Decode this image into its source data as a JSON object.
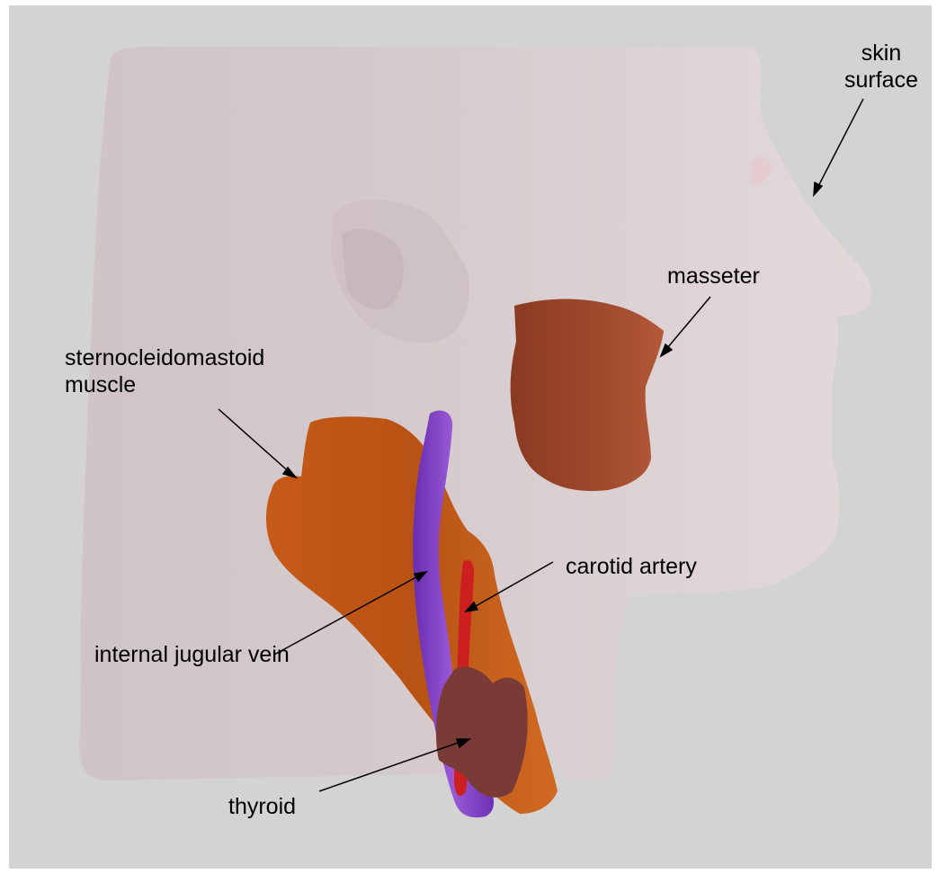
{
  "labels": {
    "skin_surface_line1": "skin",
    "skin_surface_line2": "surface",
    "masseter": "masseter",
    "scm_line1": "sternocleidomastoid",
    "scm_line2": "muscle",
    "carotid_artery": "carotid artery",
    "internal_jugular_vein": "internal jugular vein",
    "thyroid": "thyroid"
  },
  "colors": {
    "background": "#d3d3d3",
    "skin": "#d9cccf",
    "sternocleidomastoid": "#c8601e",
    "masseter": "#9a4528",
    "jugular_vein": "#8a46c8",
    "carotid_artery": "#cc2020",
    "thyroid": "#7a3a35"
  }
}
